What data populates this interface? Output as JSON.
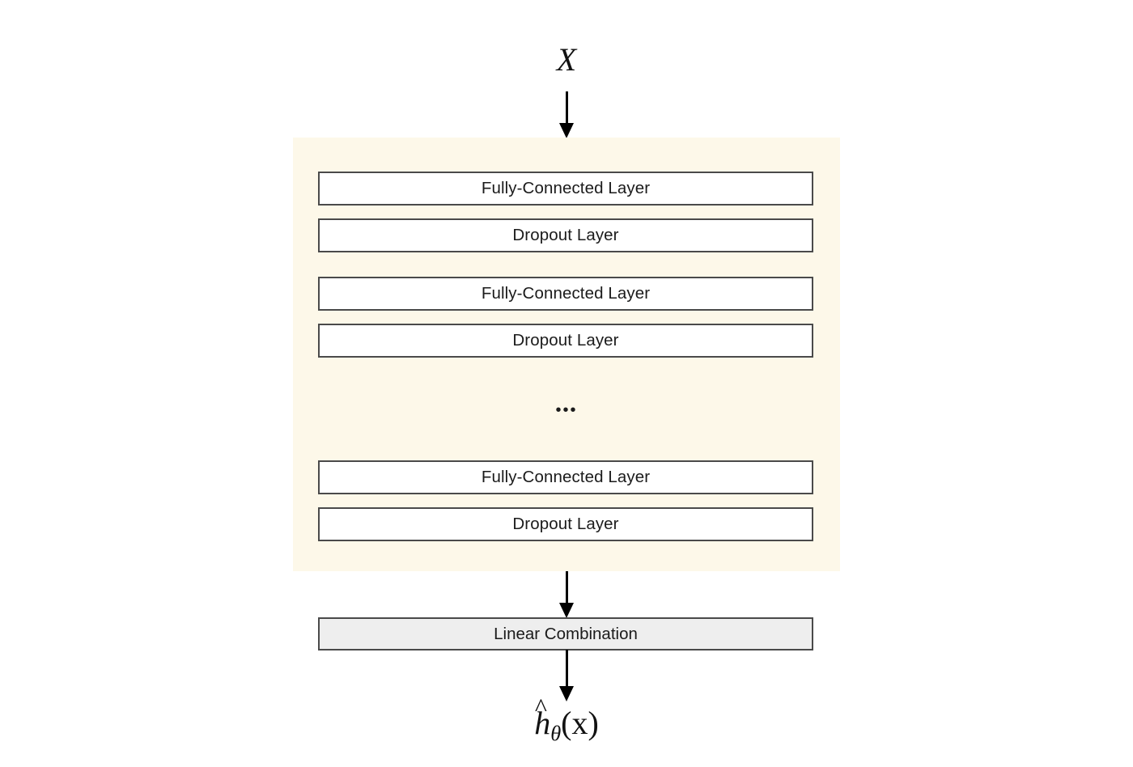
{
  "diagram": {
    "title": "Neural network architecture block diagram",
    "background_color": "#ffffff",
    "input": {
      "label": "X"
    },
    "output": {
      "hat": "^",
      "base": "h",
      "subscript": "θ",
      "argument": "(x)",
      "full_label": "ĥθ(x)"
    },
    "arrows": [
      {
        "name": "input-to-stack",
        "direction": "down"
      },
      {
        "name": "stack-to-linear-combination",
        "direction": "down"
      },
      {
        "name": "linear-combination-to-output",
        "direction": "down"
      }
    ],
    "hidden_stack": {
      "background_color": "#fdf8e9",
      "ellipsis": "•••",
      "layers": [
        {
          "id": "fc-1",
          "label": "Fully-Connected Layer",
          "type": "fully-connected",
          "fill": "#ffffff"
        },
        {
          "id": "dropout-1",
          "label": "Dropout Layer",
          "type": "dropout",
          "fill": "#ffffff"
        },
        {
          "id": "fc-2",
          "label": "Fully-Connected Layer",
          "type": "fully-connected",
          "fill": "#ffffff"
        },
        {
          "id": "dropout-2",
          "label": "Dropout Layer",
          "type": "dropout",
          "fill": "#ffffff"
        },
        {
          "id": "fc-n",
          "label": "Fully-Connected Layer",
          "type": "fully-connected",
          "fill": "#ffffff"
        },
        {
          "id": "dropout-n",
          "label": "Dropout Layer",
          "type": "dropout",
          "fill": "#ffffff"
        }
      ]
    },
    "linear_combination": {
      "label": "Linear Combination",
      "fill": "#eeeeee",
      "border_color": "#4a4a4a"
    }
  }
}
